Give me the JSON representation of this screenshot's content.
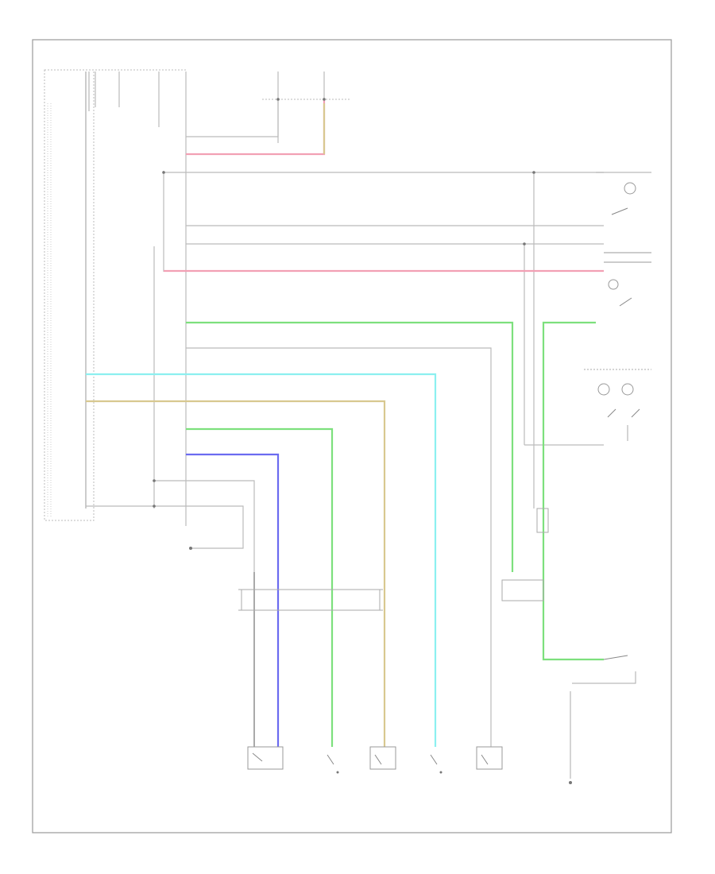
{
  "diagram": {
    "footer_code": "",
    "colors": {
      "green": "#7de07d",
      "cyan": "#8cf0f0",
      "blue": "#6b6bf0",
      "red": "#f2a0b4",
      "tan": "#d8c890",
      "gray": "#c0c0c0",
      "frame": "#999999"
    },
    "components": [
      {
        "id": "instrument-panel-junction-block",
        "icon": "module-box-icon"
      },
      {
        "id": "room-lamp-assembly",
        "icon": "lamp-icon"
      },
      {
        "id": "map-lamp-assembly",
        "icon": "lamp-icon"
      },
      {
        "id": "luggage-room-lamp",
        "icon": "lamp-icon"
      },
      {
        "id": "connector-block",
        "icon": "connector-icon"
      },
      {
        "id": "door-control-switch",
        "icon": "switch-icon"
      },
      {
        "id": "front-door-courtesy-switch-right",
        "icon": "switch-icon"
      },
      {
        "id": "front-door-courtesy-switch-left",
        "icon": "switch-icon"
      },
      {
        "id": "rear-door-courtesy-switch-right",
        "icon": "switch-icon"
      },
      {
        "id": "rear-door-courtesy-switch-left",
        "icon": "switch-icon"
      },
      {
        "id": "back-door-courtesy-switch",
        "icon": "switch-icon"
      }
    ]
  }
}
